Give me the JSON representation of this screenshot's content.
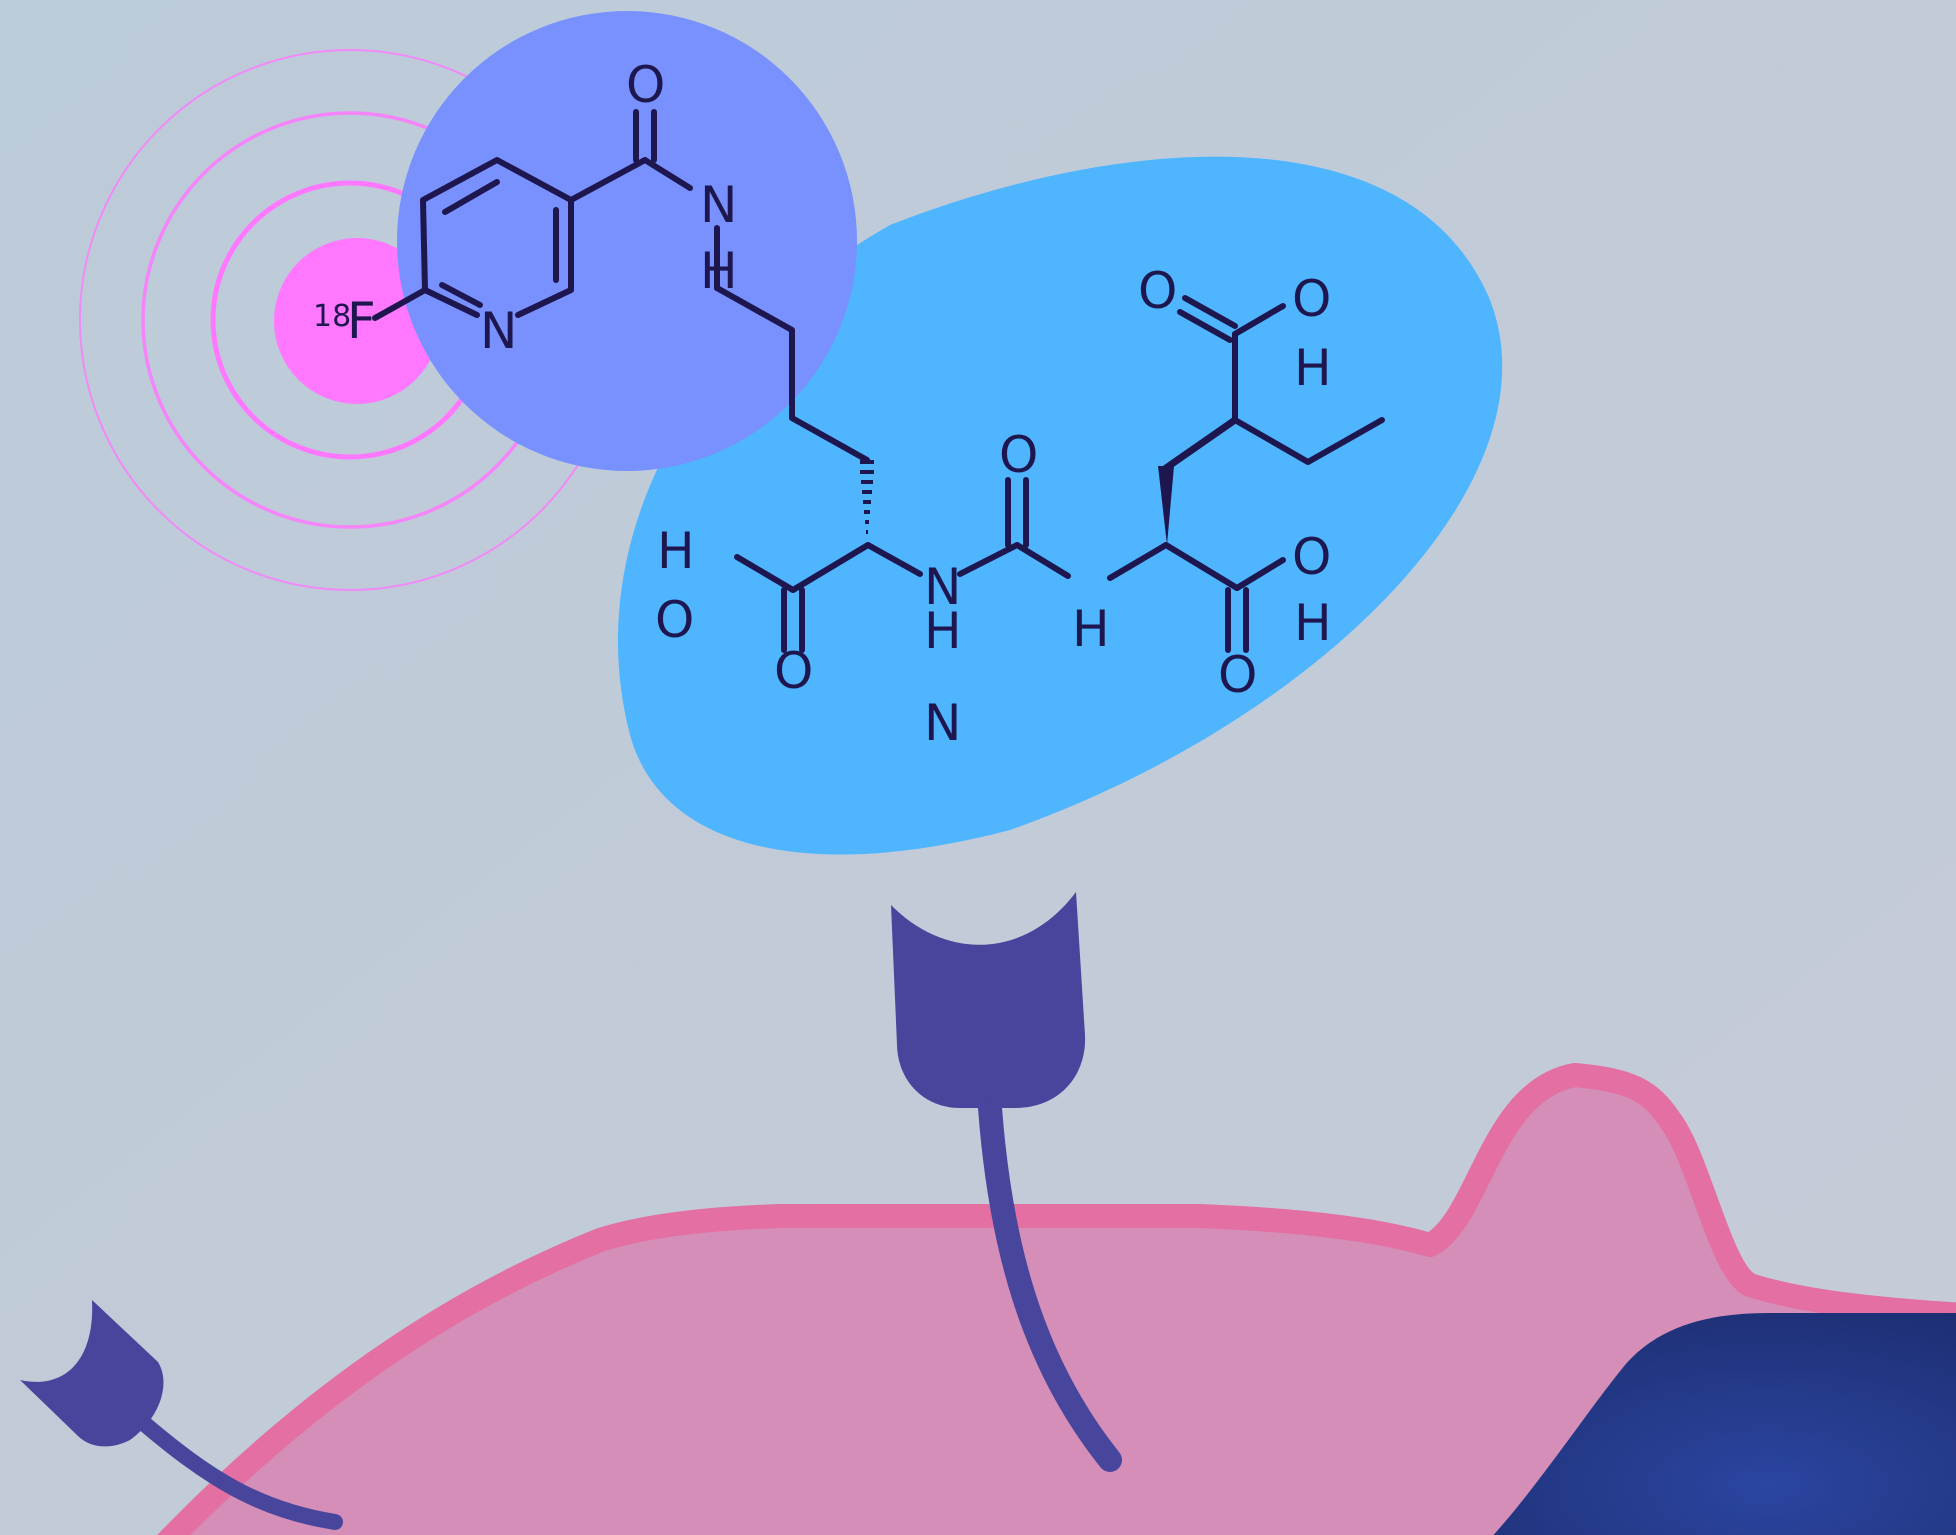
{
  "colors": {
    "background": "#c3ced9",
    "binding_pocket": "#4fb5ff",
    "label_circle": "#7891ff",
    "radiation": "#ff78ff",
    "receptor": "#48459d",
    "membrane_fill": "#d48eb7",
    "membrane_edge": "#e36fa3",
    "cell_body": "#223684",
    "bonds": "#1e174f"
  },
  "molecule": {
    "isotope_mass": "18",
    "isotope_element": "F",
    "pyridine_n": "N",
    "carbonyl_o": "O",
    "amide_n": "N",
    "amide_h": "H",
    "acid1_h": "H",
    "acid1_o": "O",
    "acid1_carbonyl_o": "O",
    "urea_n1": "N",
    "urea_h1": "H",
    "urea_o": "O",
    "urea_h2": "H",
    "urea_n2": "N",
    "acid2_o": "O",
    "acid2_oh_o": "O",
    "acid2_oh_h": "H",
    "acid3_o": "O",
    "acid3_oh_o": "O",
    "acid3_oh_h": "H"
  }
}
